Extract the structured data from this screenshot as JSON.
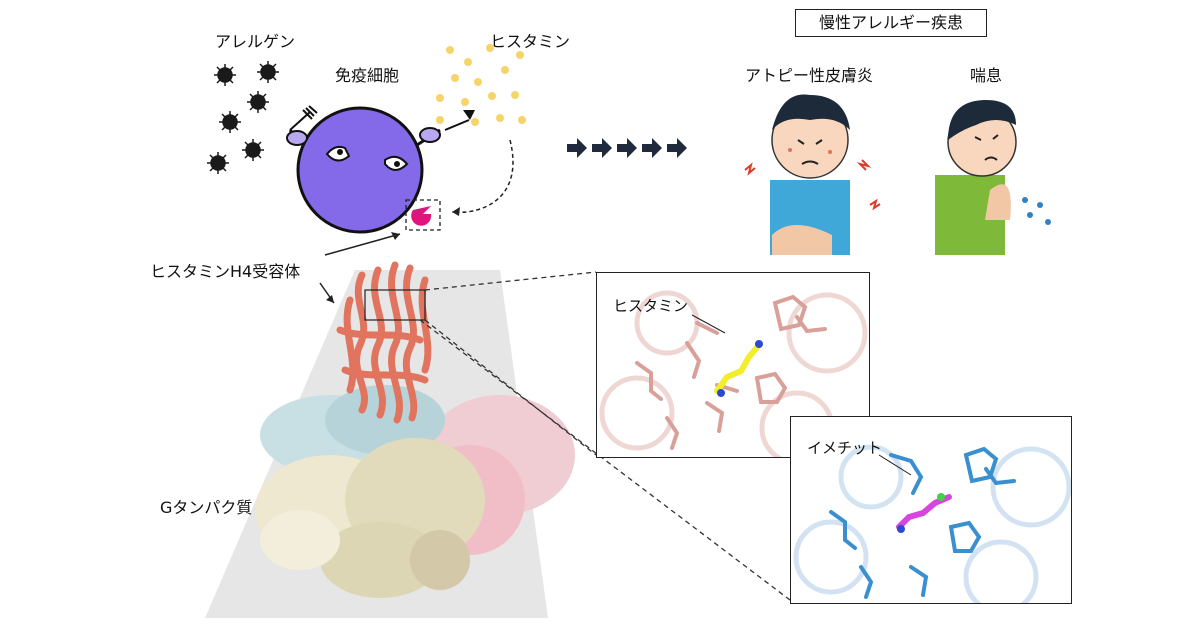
{
  "labels": {
    "allergen": "アレルゲン",
    "immune_cell": "免疫細胞",
    "histamine": "ヒスタミン",
    "h4_receptor": "ヒスタミンH4受容体",
    "g_protein": "Gタンパク質",
    "chronic_allergy": "慢性アレルギー疾患",
    "atopic_dermatitis": "アトピー性皮膚炎",
    "asthma": "喘息",
    "panel1_ligand": "ヒスタミン",
    "panel2_ligand": "イメチット"
  },
  "colors": {
    "cell": "#8469e8",
    "receptor": "#e0745f",
    "histamine_dot": "#f5d46a",
    "receptor_pocket": "#e0147c",
    "panel1_residue": "#d9a09a",
    "panel1_ligand": "#f2ee2c",
    "panel2_residue": "#3a8fd0",
    "panel2_ligand": "#d744e0",
    "gprotein_blue": "#c8dfe4",
    "gprotein_cream": "#ede8cf",
    "gprotein_pink": "#f1bdc6",
    "arrow": "#1f2a3c"
  },
  "icons": [
    "virus-icon",
    "fork-icon",
    "funnel-icon",
    "arrow-right-icon",
    "boy-itching-icon",
    "boy-coughing-icon"
  ]
}
